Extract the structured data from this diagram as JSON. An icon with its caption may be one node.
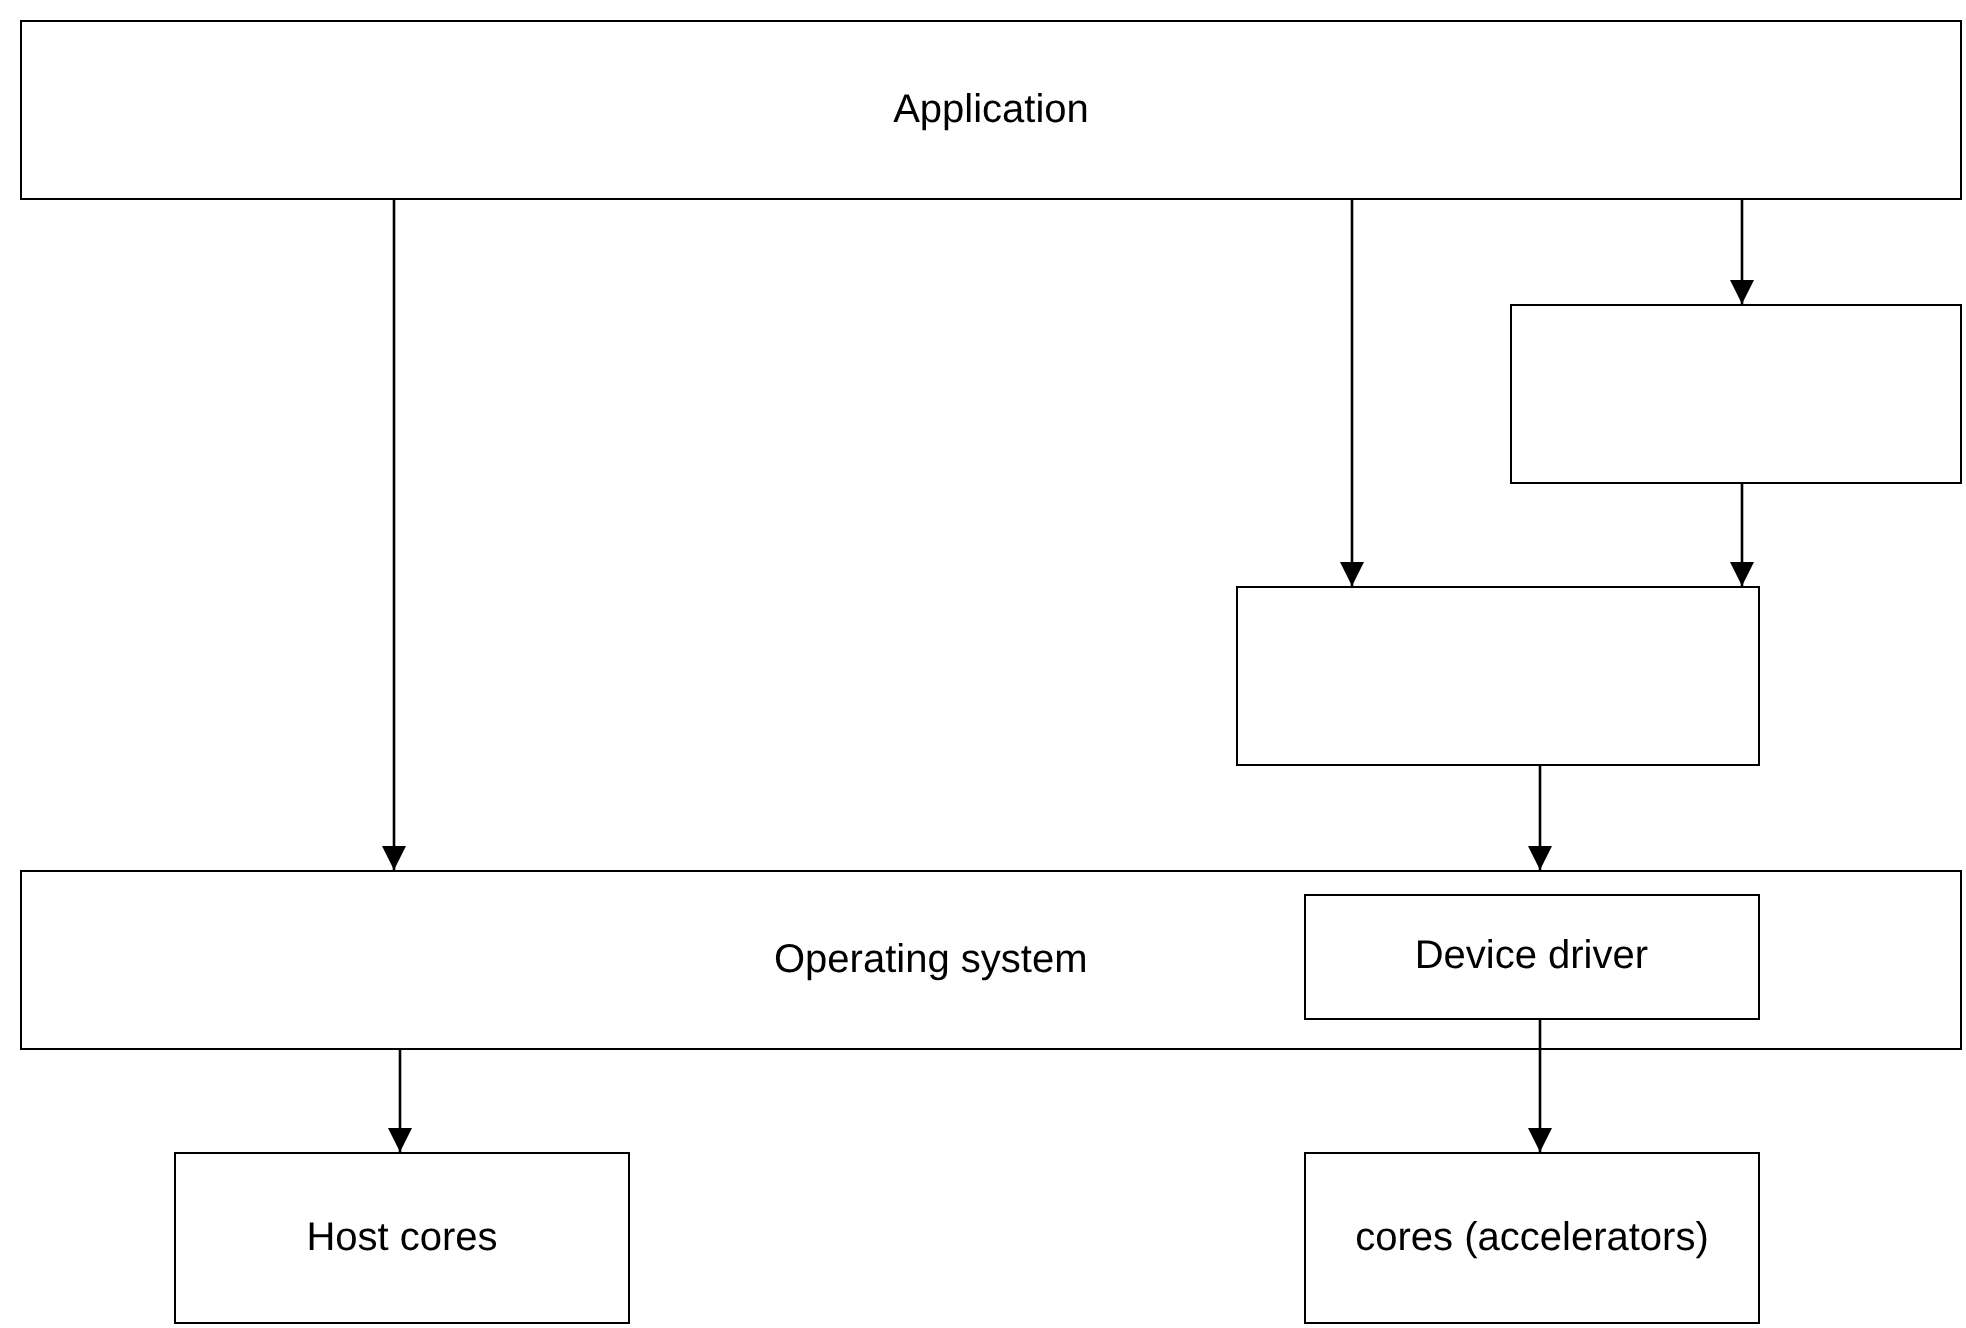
{
  "diagram": {
    "nodes": [
      {
        "text": [
          "Application"
        ]
      },
      {
        "text": [],
        "shape": "box"
      },
      {
        "text": [],
        "shape": "box"
      },
      {
        "text": [
          "Operating system"
        ]
      },
      {
        "text": [
          "Device driver"
        ],
        "in": 3
      },
      {
        "text": [
          "Host cores"
        ]
      },
      {
        "text": [
          "cores (accelerators)"
        ]
      }
    ],
    "edges": [
      {
        "from": 0,
        "to": 3,
        "arrow": "to"
      },
      {
        "from": 0,
        "to": 2,
        "arrow": "to"
      },
      {
        "from": 0,
        "to": 1,
        "arrow": "to"
      },
      {
        "from": 1,
        "to": 2,
        "arrow": "to"
      },
      {
        "from": 2,
        "to": 3,
        "arrow": "to"
      },
      {
        "from": 3,
        "to": 5,
        "arrow": "to"
      },
      {
        "from": 4,
        "to": 6,
        "arrow": "to"
      }
    ]
  }
}
